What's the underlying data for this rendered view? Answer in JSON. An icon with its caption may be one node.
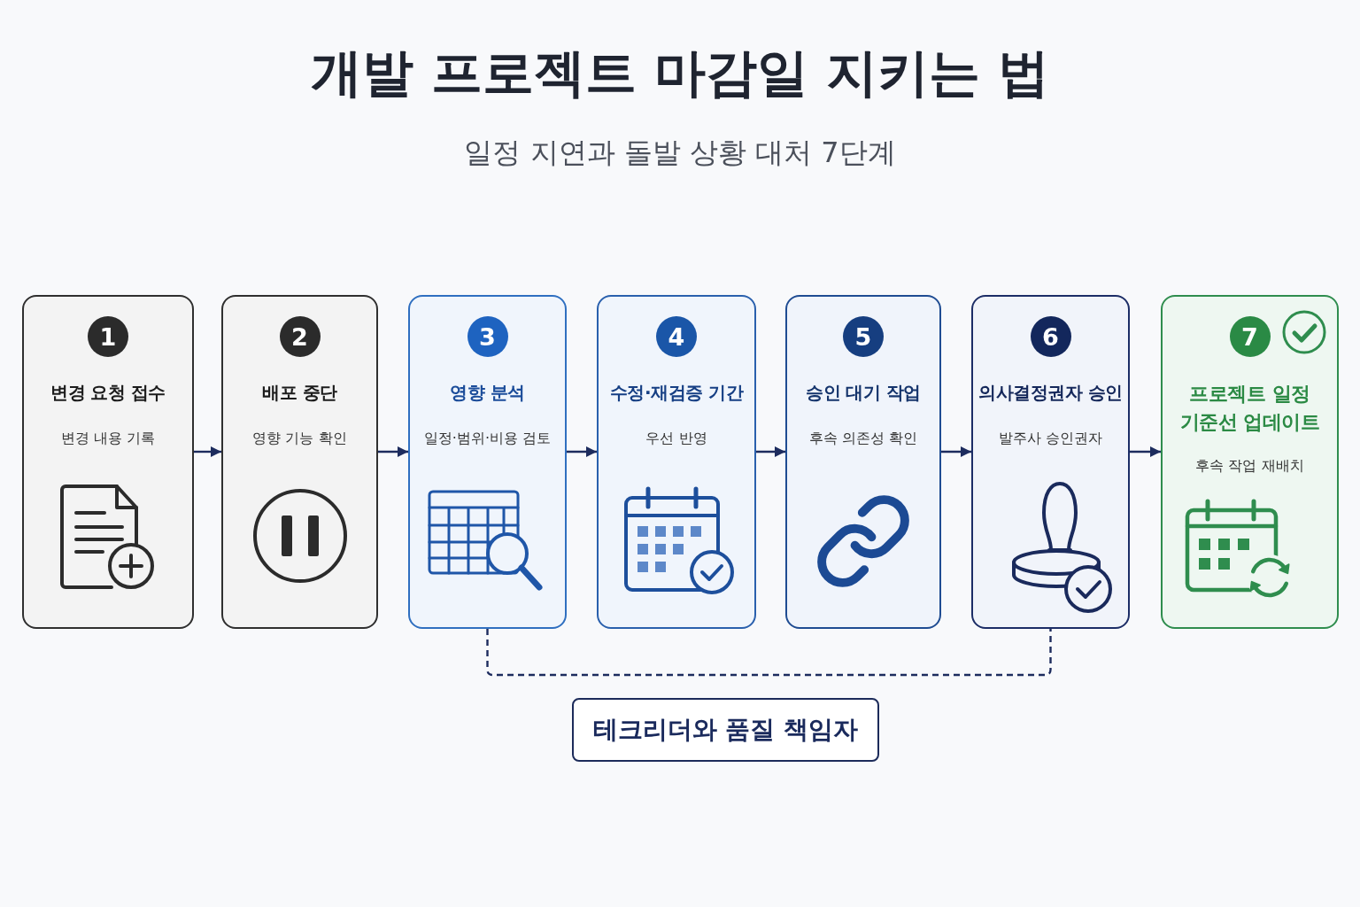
{
  "diagram": {
    "title": "개발 프로젝트 마감일 지키는 법",
    "nodes": [
      {
        "text": [
          "1",
          "변경 요청 접수",
          "변경 내용 기록"
        ]
      },
      {
        "text": [
          "2",
          "배포 중단",
          "영향 기능 확인"
        ]
      },
      {
        "text": [
          "3",
          "영향 분석",
          "일정·범위·비용 검토"
        ]
      },
      {
        "text": [
          "4",
          "수정·재검증 기간",
          "우선 반영"
        ]
      },
      {
        "text": [
          "5",
          "승인 대기 작업",
          "후속 의존성 확인"
        ]
      },
      {
        "text": [
          "6",
          "의사결정권자 승인",
          "발주사 승인권자"
        ]
      },
      {
        "text": [
          "7",
          "프로젝트 일정 기준선 업데이트",
          "후속 작업 재배치"
        ]
      },
      {
        "text": [
          "테크리더와 품질 책임자"
        ]
      }
    ],
    "edges": [
      {
        "from": 0,
        "to": 1,
        "arrow": "to"
      },
      {
        "from": 1,
        "to": 2,
        "arrow": "to"
      },
      {
        "from": 2,
        "to": 3,
        "arrow": "to"
      },
      {
        "from": 3,
        "to": 4,
        "arrow": "to"
      },
      {
        "from": 4,
        "to": 5,
        "arrow": "to"
      },
      {
        "from": 5,
        "to": 6,
        "arrow": "to"
      },
      {
        "from": 2,
        "to": 5,
        "arrow": "none",
        "style": "dashed"
      }
    ],
    "labels": [
      "일정 지연과 돌발 상황 대처 7단계"
    ]
  }
}
